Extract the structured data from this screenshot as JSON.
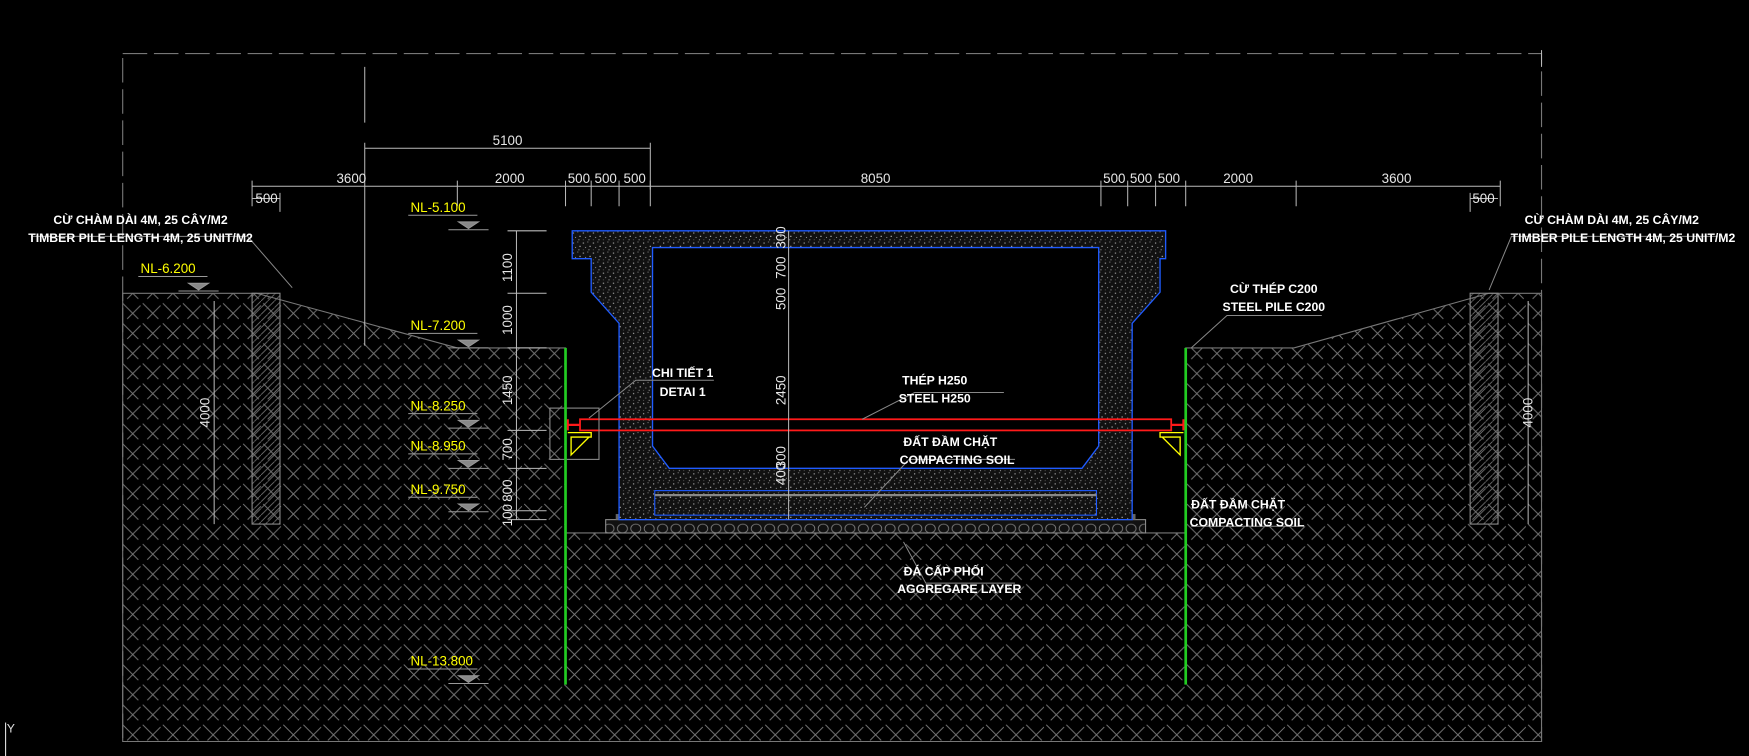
{
  "drawing": {
    "colors": {
      "background": "#000000",
      "hatch": "#7a7a7a",
      "concrete": "#1f5bff",
      "steel": "#ff1a1a",
      "pile": "#22cc22",
      "level": "#ffff00",
      "bracket": "#ffff00",
      "text": "#ffffff"
    },
    "top_dimension": "5100",
    "dimensions_row": [
      "3600",
      "2000",
      "500",
      "500",
      "500",
      "8050",
      "500",
      "500",
      "500",
      "2000",
      "3600"
    ],
    "pile_width_left": "500",
    "pile_width_right": "500",
    "pile_length_left": "4000",
    "pile_length_right": "4000",
    "left_vertical_dims": [
      "1100",
      "1000",
      "1450",
      "700",
      "800",
      "100"
    ],
    "center_vertical_dims": [
      "300",
      "700",
      "500",
      "2450",
      "300",
      "400"
    ],
    "levels": [
      "NL-5.100",
      "NL-6.200",
      "NL-7.200",
      "NL-8.250",
      "NL-8.950",
      "NL-9.750",
      "NL-13.800"
    ],
    "notes": {
      "timber_pile_left": [
        "CỪ CHÀM DÀI 4M, 25 CÂY/M2",
        "TIMBER PILE LENGTH 4M, 25 UNIT/M2"
      ],
      "timber_pile_right": [
        "CỪ CHÀM DÀI 4M, 25 CÂY/M2",
        "TIMBER PILE LENGTH 4M, 25 UNIT/M2"
      ],
      "detail": [
        "CHI TIẾT 1",
        "DETAI 1"
      ],
      "steel_h250": [
        "THÉP H250",
        "STEEL H250"
      ],
      "steel_pile": [
        "CỪ THÉP C200",
        "STEEL PILE C200"
      ],
      "compacting_soil_inner": [
        "ĐẤT ĐẦM CHẶT",
        "COMPACTING SOIL"
      ],
      "compacting_soil_outer": [
        "ĐẤT ĐẦM CHẶT",
        "COMPACTING SOIL"
      ],
      "aggregate": [
        "ĐÁ CẤP PHỐI",
        "AGGREGARE LAYER"
      ]
    },
    "ucs_axis_label": "Y"
  }
}
